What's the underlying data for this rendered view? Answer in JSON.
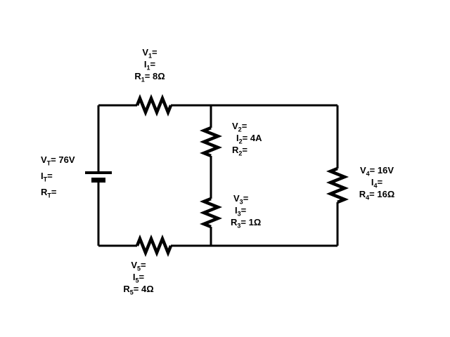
{
  "diagram": {
    "background": "#ffffff",
    "line_color": "#000000"
  },
  "components": {
    "source": {
      "lines": [
        {
          "sym": "V",
          "sub": "T",
          "rest": "= 76V"
        },
        {
          "sym": "I",
          "sub": "T",
          "rest": "="
        },
        {
          "sym": "R",
          "sub": "T",
          "rest": "="
        }
      ]
    },
    "r1": {
      "lines": [
        {
          "sym": "V",
          "sub": "1",
          "rest": "="
        },
        {
          "sym": "I",
          "sub": "1",
          "rest": "="
        },
        {
          "sym": "R",
          "sub": "1",
          "rest": "= 8Ω"
        }
      ]
    },
    "r2": {
      "lines": [
        {
          "sym": "V",
          "sub": "2",
          "rest": "="
        },
        {
          "sym": "I",
          "sub": "2",
          "rest": "= 4A"
        },
        {
          "sym": "R",
          "sub": "2",
          "rest": "="
        }
      ]
    },
    "r3": {
      "lines": [
        {
          "sym": "V",
          "sub": "3",
          "rest": "="
        },
        {
          "sym": "I",
          "sub": "3",
          "rest": "="
        },
        {
          "sym": "R",
          "sub": "3",
          "rest": "= 1Ω"
        }
      ]
    },
    "r4": {
      "lines": [
        {
          "sym": "V",
          "sub": "4",
          "rest": "= 16V"
        },
        {
          "sym": "I",
          "sub": "4",
          "rest": "="
        },
        {
          "sym": "R",
          "sub": "4",
          "rest": "= 16Ω"
        }
      ]
    },
    "r5": {
      "lines": [
        {
          "sym": "V",
          "sub": "5",
          "rest": "="
        },
        {
          "sym": "I",
          "sub": "5",
          "rest": "="
        },
        {
          "sym": "R",
          "sub": "5",
          "rest": "= 4Ω"
        }
      ]
    }
  }
}
